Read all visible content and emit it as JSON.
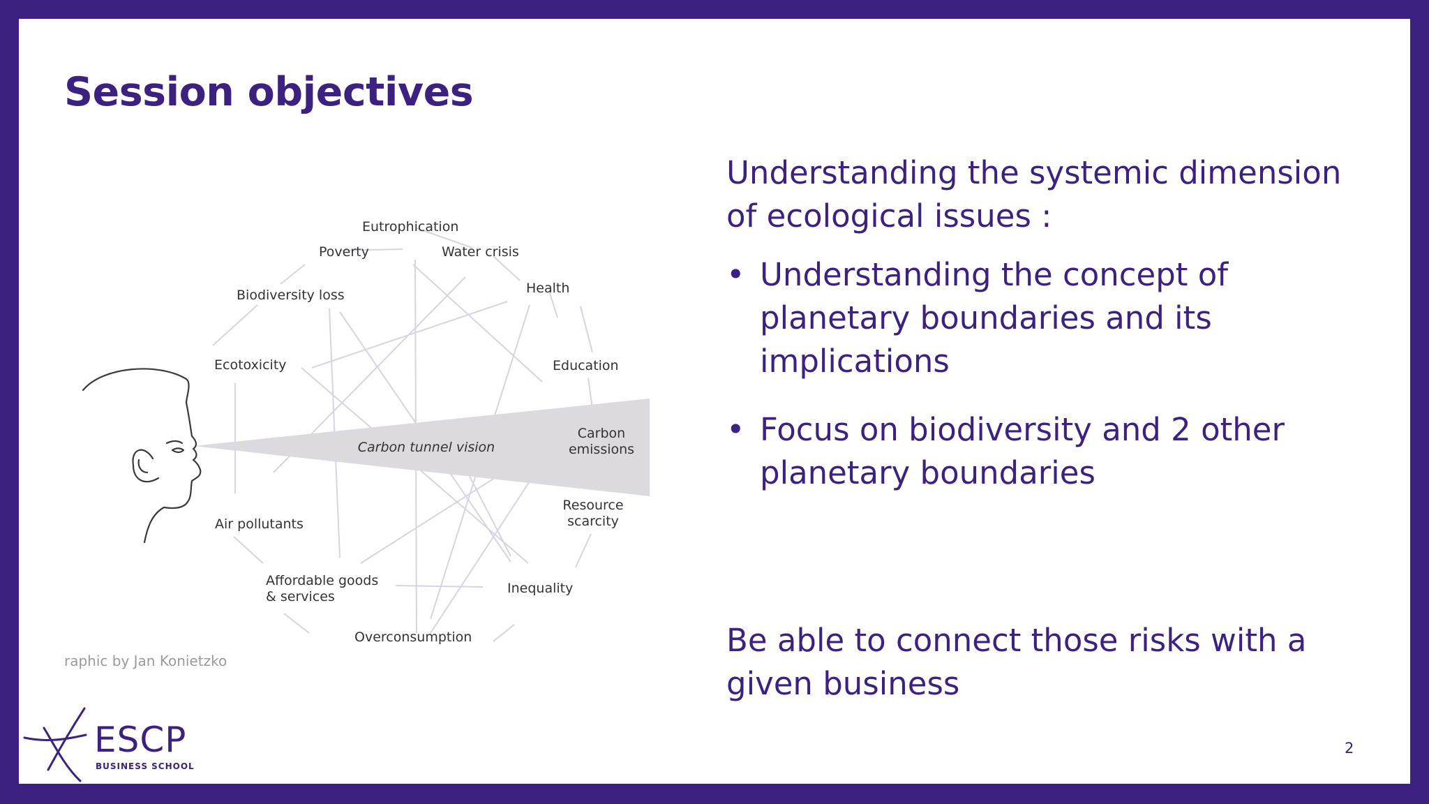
{
  "slide": {
    "title": "Session objectives",
    "objectives": {
      "heading": "Understanding the systemic dimension of ecological issues :",
      "bullets": [
        "Understanding the concept of planetary boundaries and its implications",
        "Focus on biodiversity and 2 other planetary boundaries"
      ],
      "bullet_symbol": "•"
    },
    "closing": "Be able to connect those risks with a given business",
    "page_number": "2"
  },
  "diagram": {
    "center_label": "Carbon tunnel vision",
    "nodes": {
      "eutrophication": "Eutrophication",
      "poverty": "Poverty",
      "water_crisis": "Water crisis",
      "health": "Health",
      "biodiversity_loss": "Biodiversity loss",
      "ecotoxicity": "Ecotoxicity",
      "education": "Education",
      "carbon_line1": "Carbon",
      "carbon_line2": "emissions",
      "resource_line1": "Resource",
      "resource_line2": "scarcity",
      "air_pollutants": "Air pollutants",
      "affordable_line1": "Affordable goods",
      "affordable_line2": "& services",
      "inequality": "Inequality",
      "overconsumption": "Overconsumption"
    },
    "credit": "raphic by Jan Konietzko"
  },
  "logo": {
    "name": "ESCP",
    "subtitle": "BUSINESS SCHOOL"
  },
  "colors": {
    "brand": "#3d2180",
    "cone": "#dcdade",
    "lines": "#d8d3e4",
    "white": "#ffffff"
  }
}
